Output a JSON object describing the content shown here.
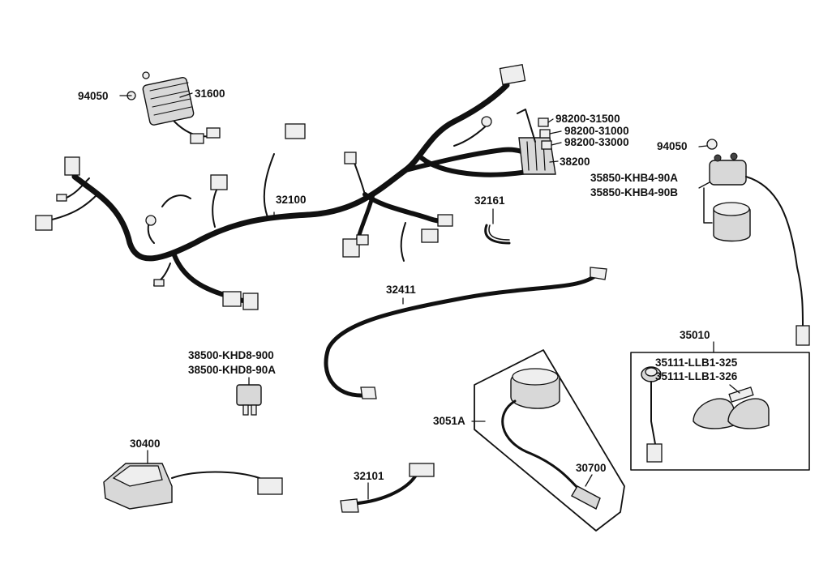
{
  "labels": {
    "p94050a": "94050",
    "p31600": "31600",
    "p98200_31500": "98200-31500",
    "p98200_31000": "98200-31000",
    "p98200_33000": "98200-33000",
    "p94050b": "94050",
    "p38200": "38200",
    "p35850a": "35850-KHB4-90A",
    "p35850b": "35850-KHB4-90B",
    "p32100": "32100",
    "p32161": "32161",
    "p32411": "32411",
    "p35010": "35010",
    "p35111a": "35111-LLB1-325",
    "p35111b": "35111-LLB1-326",
    "p38500a": "38500-KHD8-900",
    "p38500b": "38500-KHD8-90A",
    "p3051A": "3051A",
    "p30400": "30400",
    "p30700": "30700",
    "p32101": "32101"
  },
  "colors": {
    "line": "#111111",
    "part_fill": "#d8d8d8",
    "background": "#ffffff"
  }
}
